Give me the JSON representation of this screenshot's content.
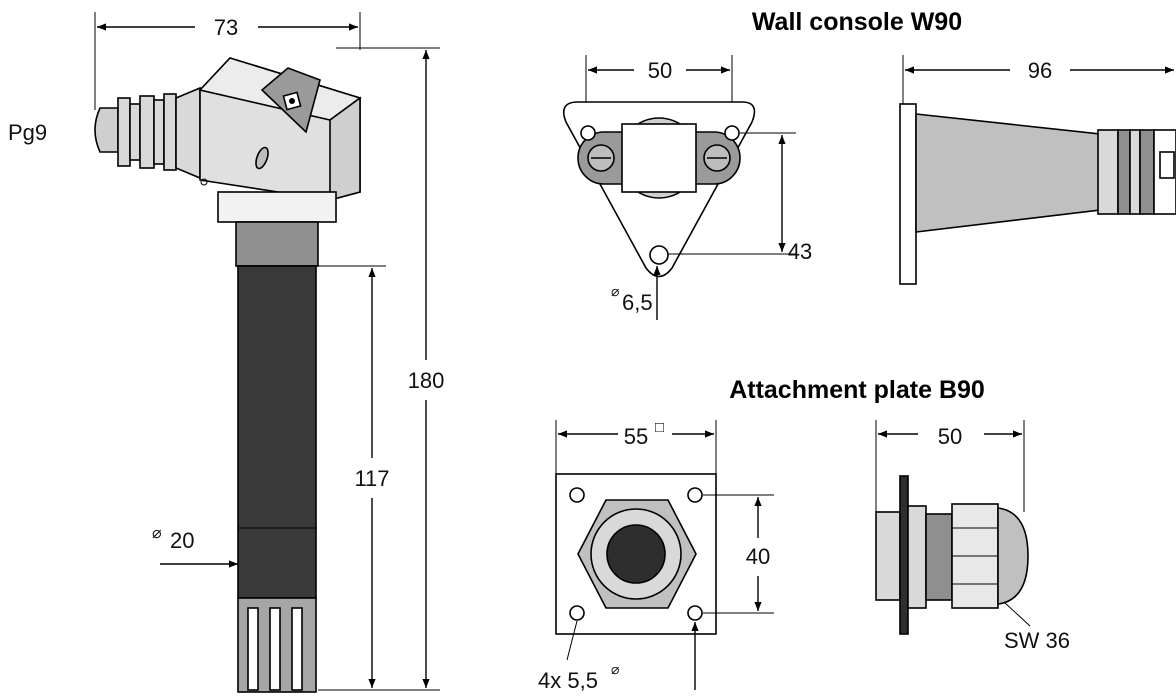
{
  "titles": {
    "wall_console": "Wall console W90",
    "attachment_plate": "Attachment plate B90"
  },
  "sensor": {
    "width": "73",
    "cable_gland": "Pg9",
    "height_total": "180",
    "height_probe": "117",
    "diameter": "20",
    "diameter_symbol": "⌀"
  },
  "wall_console": {
    "hole_spacing": "50",
    "hole_height": "43",
    "hole_diameter": "6,5",
    "depth": "96"
  },
  "attachment_plate": {
    "plate_size": "55",
    "square_symbol": "□",
    "hole_spacing": "40",
    "holes": "4x 5,5",
    "diameter_symbol": "⌀",
    "side_width": "50",
    "wrench_size": "SW 36"
  },
  "colors": {
    "housing": "#d9d9d9",
    "probe": "#3a3a3a",
    "filter": "#a6a6a6",
    "console": "#c0c0c0"
  }
}
